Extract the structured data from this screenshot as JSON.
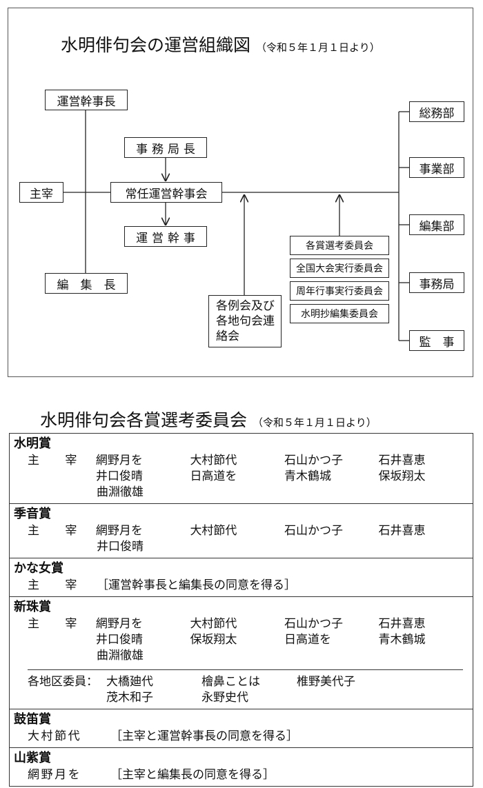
{
  "org_chart": {
    "title": "水明俳句会の運営組織図",
    "date_note": "（令和５年１月１日より）",
    "left_boxes": {
      "executive_chair": "運営幹事長",
      "president": "主宰",
      "editor_chief": "編　集　長"
    },
    "center_boxes": {
      "secretary_general": "事務局長",
      "standing_committee": "常任運営幹事会",
      "managing_staff": "運営幹事"
    },
    "liaison_box": [
      "各例会及び",
      "各地句会連",
      "絡会"
    ],
    "committees": [
      "各賞選考委員会",
      "全国大会実行委員会",
      "周年行事実行委員会",
      "水明抄編集委員会"
    ],
    "departments": [
      "総務部",
      "事業部",
      "編集部",
      "事務局",
      "監　事"
    ]
  },
  "awards": {
    "title": "水明俳句会各賞選考委員会",
    "date_note": "（令和５年１月１日より）",
    "items": [
      {
        "name": "水明賞",
        "role": "主　宰",
        "rows": [
          [
            "網野月を",
            "大村節代",
            "石山かつ子",
            "石井喜恵"
          ],
          [
            "井口俊晴",
            "日高道を",
            "青木鶴城",
            "保坂翔太"
          ],
          [
            "曲淵徹雄"
          ]
        ]
      },
      {
        "name": "季音賞",
        "role": "主　宰",
        "rows": [
          [
            "網野月を",
            "大村節代",
            "石山かつ子",
            "石井喜恵"
          ],
          [
            "井口俊晴"
          ]
        ]
      },
      {
        "name": "かな女賞",
        "role": "主　宰",
        "note": "［運営幹事長と編集長の同意を得る］"
      },
      {
        "name": "新珠賞",
        "role": "主　宰",
        "rows": [
          [
            "網野月を",
            "大村節代",
            "石山かつ子",
            "石井喜恵"
          ],
          [
            "井口俊晴",
            "保坂翔太",
            "日高道を",
            "青木鶴城"
          ],
          [
            "曲淵徹雄"
          ]
        ],
        "regional_label": "各地区委員：",
        "regional_rows": [
          [
            "大橋廸代",
            "檜鼻ことは",
            "椎野美代子"
          ],
          [
            "茂木和子",
            "永野史代"
          ]
        ]
      },
      {
        "name": "鼓笛賞",
        "chief": "大村節代",
        "note": "［主宰と運営幹事長の同意を得る］"
      },
      {
        "name": "山紫賞",
        "chief": "網野月を",
        "note": "［主宰と編集長の同意を得る］"
      }
    ]
  }
}
